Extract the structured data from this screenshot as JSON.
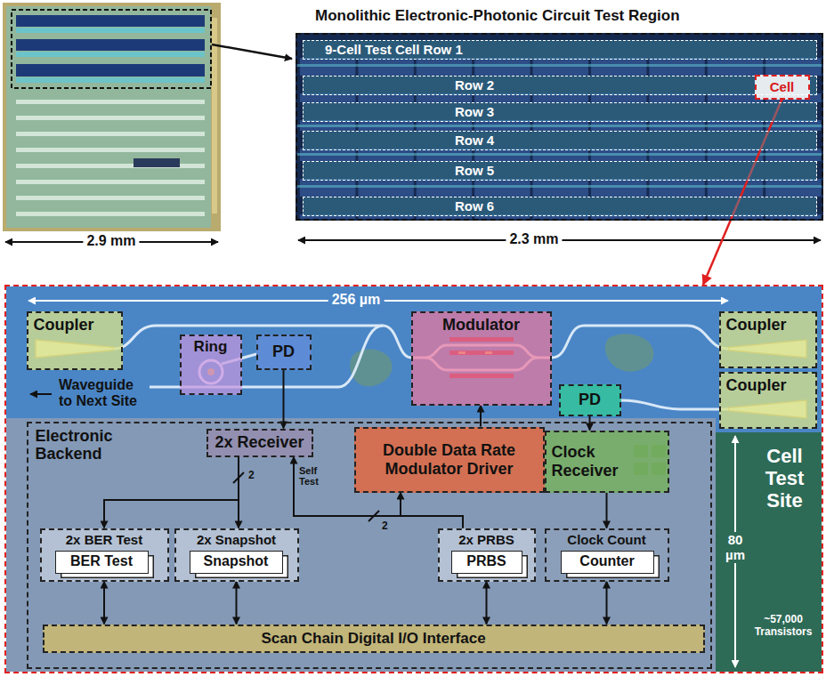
{
  "diagram": {
    "nodes": [
      {
        "text": [
          "Monolithic Electronic-Photonic Circuit Test Region"
        ]
      },
      {
        "text": [
          "9-Cell Test Cell Row 1"
        ],
        "in": 0
      },
      {
        "text": [
          "Row 2"
        ],
        "in": 0
      },
      {
        "text": [
          "Row 3"
        ],
        "in": 0
      },
      {
        "text": [
          "Row 4"
        ],
        "in": 0
      },
      {
        "text": [
          "Row 5"
        ],
        "in": 0
      },
      {
        "text": [
          "Row 6"
        ],
        "in": 0
      },
      {
        "text": [
          "Cell"
        ],
        "in": 2
      },
      {
        "text": [
          "Cell Test Site"
        ]
      },
      {
        "text": [
          "Coupler"
        ],
        "in": 8
      },
      {
        "text": [
          "Ring"
        ],
        "in": 8
      },
      {
        "text": [
          "PD"
        ],
        "in": 8
      },
      {
        "text": [
          "Modulator"
        ],
        "in": 8
      },
      {
        "text": [
          "Coupler"
        ],
        "in": 8
      },
      {
        "text": [
          "PD"
        ],
        "in": 8
      },
      {
        "text": [
          "Coupler"
        ],
        "in": 8
      },
      {
        "text": [
          "Electronic Backend"
        ],
        "in": 8
      },
      {
        "text": [
          "2x Receiver"
        ],
        "in": 16
      },
      {
        "text": [
          "Double Data Rate Modulator Driver"
        ],
        "in": 16
      },
      {
        "text": [
          "Clock Receiver"
        ],
        "in": 16
      },
      {
        "text": [
          "2x BER Test"
        ],
        "in": 16
      },
      {
        "text": [
          "BER Test"
        ],
        "in": 20
      },
      {
        "text": [
          "2x Snapshot"
        ],
        "in": 16
      },
      {
        "text": [
          "Snapshot"
        ],
        "in": 22
      },
      {
        "text": [
          "2x PRBS"
        ],
        "in": 16
      },
      {
        "text": [
          "PRBS"
        ],
        "in": 24
      },
      {
        "text": [
          "Clock Count"
        ],
        "in": 16
      },
      {
        "text": [
          "Counter"
        ],
        "in": 26
      },
      {
        "text": [
          "Scan Chain Digital I/O Interface"
        ],
        "in": 16
      }
    ],
    "edges": [
      {
        "from": 11,
        "to": 17,
        "arrow": "to"
      },
      {
        "from": 18,
        "to": 12,
        "arrow": "to"
      },
      {
        "from": 14,
        "to": 19,
        "arrow": "to"
      },
      {
        "from": 19,
        "to": 26,
        "arrow": "to"
      },
      {
        "from": 17,
        "to": 20,
        "arrow": "to",
        "label": "2"
      },
      {
        "from": 17,
        "to": 22,
        "arrow": "to"
      },
      {
        "from": 24,
        "to": 18,
        "arrow": "to",
        "label": "2"
      },
      {
        "from": 24,
        "to": 17,
        "arrow": "to",
        "label": "Self Test"
      },
      {
        "from": 20,
        "to": 28,
        "arrow": "both"
      },
      {
        "from": 22,
        "to": 28,
        "arrow": "both"
      },
      {
        "from": 24,
        "to": 28,
        "arrow": "both"
      },
      {
        "from": 26,
        "to": 28,
        "arrow": "both"
      },
      {
        "from": 7,
        "to": 8,
        "arrow": "to"
      }
    ],
    "labels": [
      "2.9 mm",
      "2.3 mm",
      "256 µm",
      "Waveguide to Next Site",
      "80 µm",
      "~57,000 Transistors"
    ]
  }
}
